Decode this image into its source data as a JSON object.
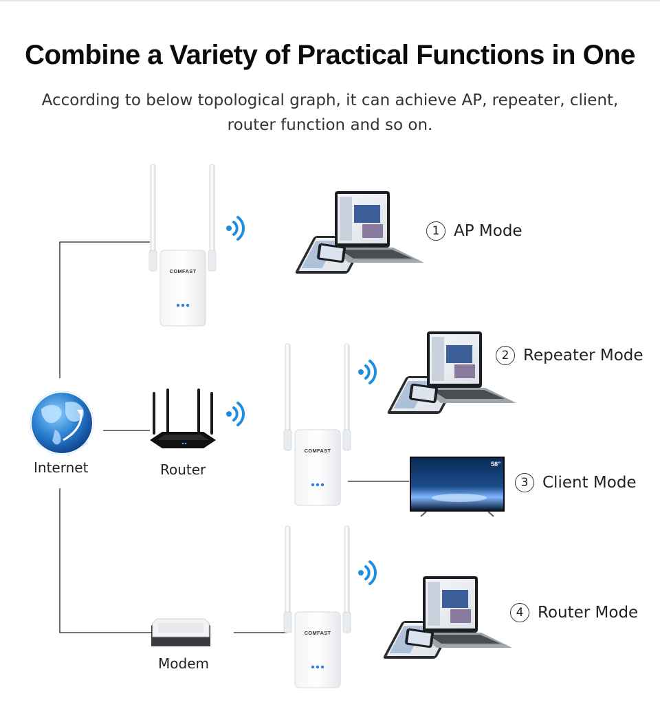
{
  "header": {
    "title": "Combine a Variety of Practical Functions in One",
    "subtitle": "According to below topological graph, it can achieve AP, repeater, client, router function and so on."
  },
  "devices": {
    "internet_label": "Internet",
    "router_label": "Router",
    "modem_label": "Modem",
    "extender_brand": "COMFAST",
    "tv_size_badge": "58\""
  },
  "modes": [
    {
      "number": "1",
      "label": "AP Mode"
    },
    {
      "number": "2",
      "label": "Repeater Mode"
    },
    {
      "number": "3",
      "label": "Client Mode"
    },
    {
      "number": "4",
      "label": "Router Mode"
    }
  ],
  "colors": {
    "wifi_signal": "#1e8fe0",
    "line": "#222222",
    "globe": "#1f6fc0",
    "device_white": "#f6f7f8"
  },
  "icons": [
    "globe-icon",
    "router-icon",
    "modem-icon",
    "extender-icon",
    "wifi-signal-icon",
    "laptop-icon",
    "tablet-icon",
    "phone-icon",
    "tv-icon"
  ]
}
